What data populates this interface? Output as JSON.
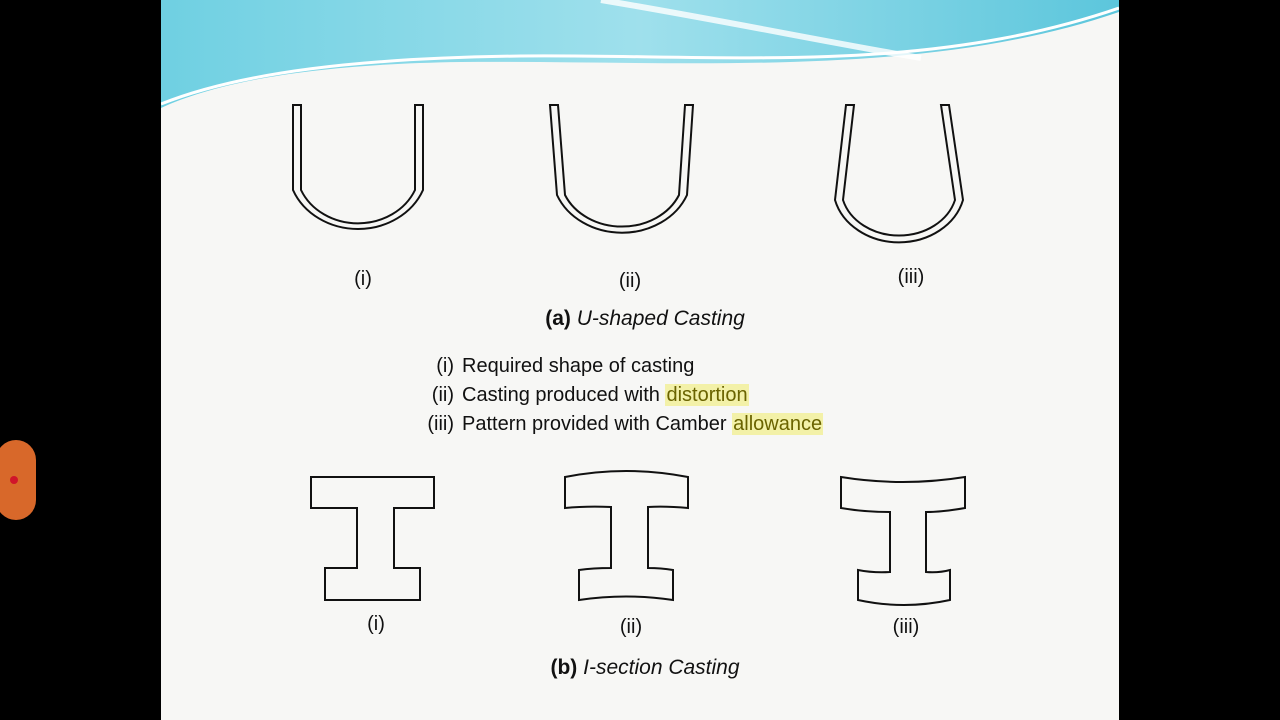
{
  "part_a": {
    "labels": [
      "(i)",
      "(ii)",
      "(iii)"
    ],
    "caption_prefix": "(a)",
    "caption_title": "U-shaped Casting"
  },
  "legend": [
    {
      "num": "(i)",
      "text": "Required shape of casting",
      "highlight": ""
    },
    {
      "num": "(ii)",
      "text": "Casting produced with",
      "highlight": "distortion"
    },
    {
      "num": "(iii)",
      "text": "Pattern provided with Camber",
      "highlight": "allowance"
    }
  ],
  "part_b": {
    "labels": [
      "(i)",
      "(ii)",
      "(iii)"
    ],
    "caption_prefix": "(b)",
    "caption_title": "I-section Casting"
  },
  "colors": {
    "highlight_bg": "#f3f1a8",
    "banner_teal": "#5cc6dc",
    "record_indicator": "#d8682a"
  }
}
